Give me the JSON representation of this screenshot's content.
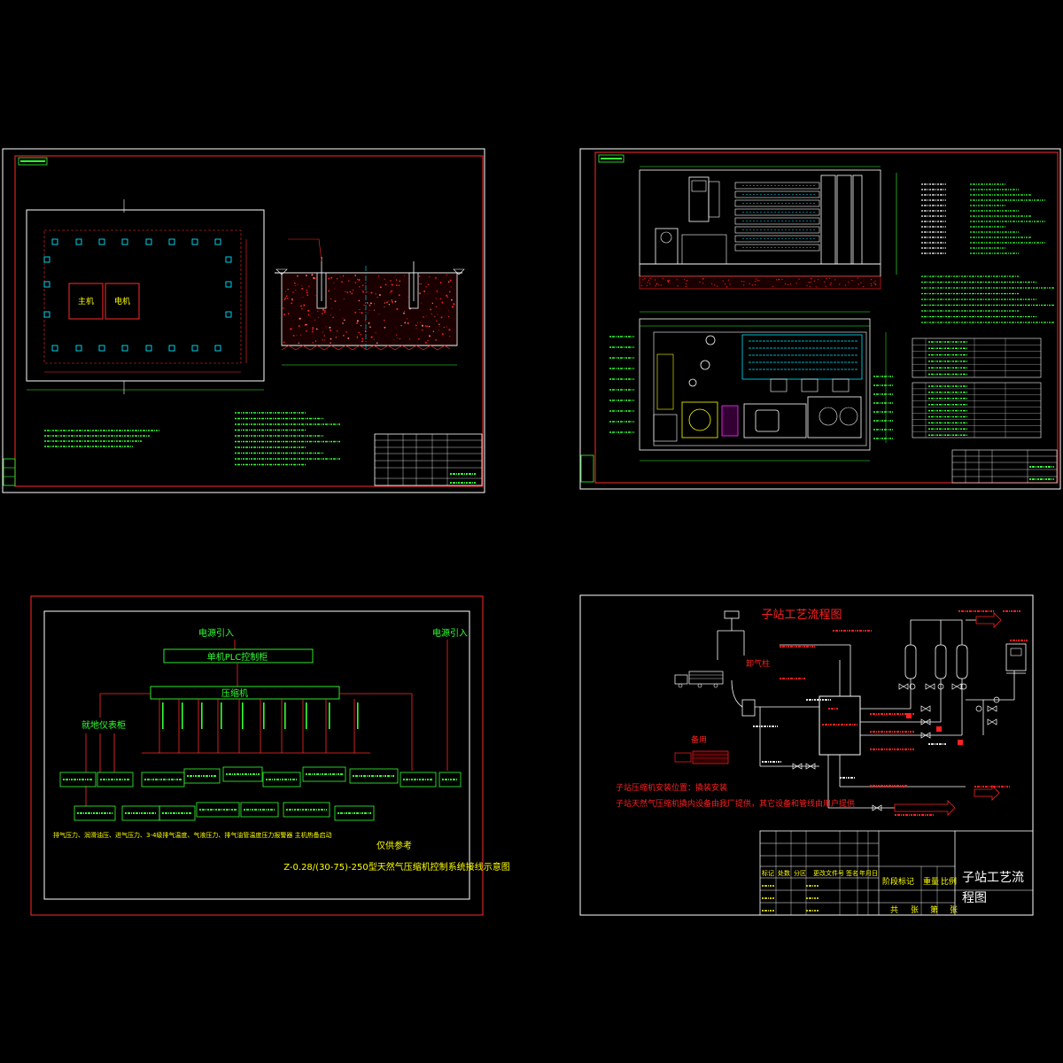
{
  "colors": {
    "background": "#000000",
    "frame": "#ff2a2a",
    "frame_white": "#ffffff",
    "line_green": "#33ff33",
    "line_red": "#ff2020",
    "line_cyan": "#00e5ff",
    "line_yellow": "#ffff00",
    "line_magenta": "#ff33ff"
  },
  "sheet1": {
    "plan_labels": {
      "main": "主机",
      "elec": "电机"
    }
  },
  "sheet2": {},
  "sheet3": {
    "power_in_1": "电源引入",
    "power_in_2": "电源引入",
    "plc_cabinet": "单机PLC控制柜",
    "compressor": "压缩机",
    "instrument_panel": "就地仪表柜",
    "footer_note": "排气压力、润滑油压、进气压力、3-4级排气温度、气液压力、排气油管温度压力报警器 主机热备启动",
    "reference": "仅供参考",
    "title": "Z-0.28/(30-75)-250型天然气压缩机控制系统接线示意图"
  },
  "sheet4": {
    "title": "子站工艺流程图",
    "unload_column": "卸气柱",
    "spare": "备用",
    "note_1": "子站压缩机安装位置：撬装安装",
    "note_2": "子站天然气压缩机撬内设备由我厂提供，其它设备和管线由用户提供",
    "title_block": {
      "drawing_name_line1": "子站工艺流",
      "drawing_name_line2": "程图",
      "header_cells": [
        "阶段标记",
        "重量",
        "比例"
      ],
      "sheet_cells": [
        "共",
        "张",
        "第",
        "张"
      ],
      "left_rows": [
        "标记",
        "处数",
        "分区",
        "更改文件号",
        "签名",
        "年月日"
      ]
    }
  }
}
